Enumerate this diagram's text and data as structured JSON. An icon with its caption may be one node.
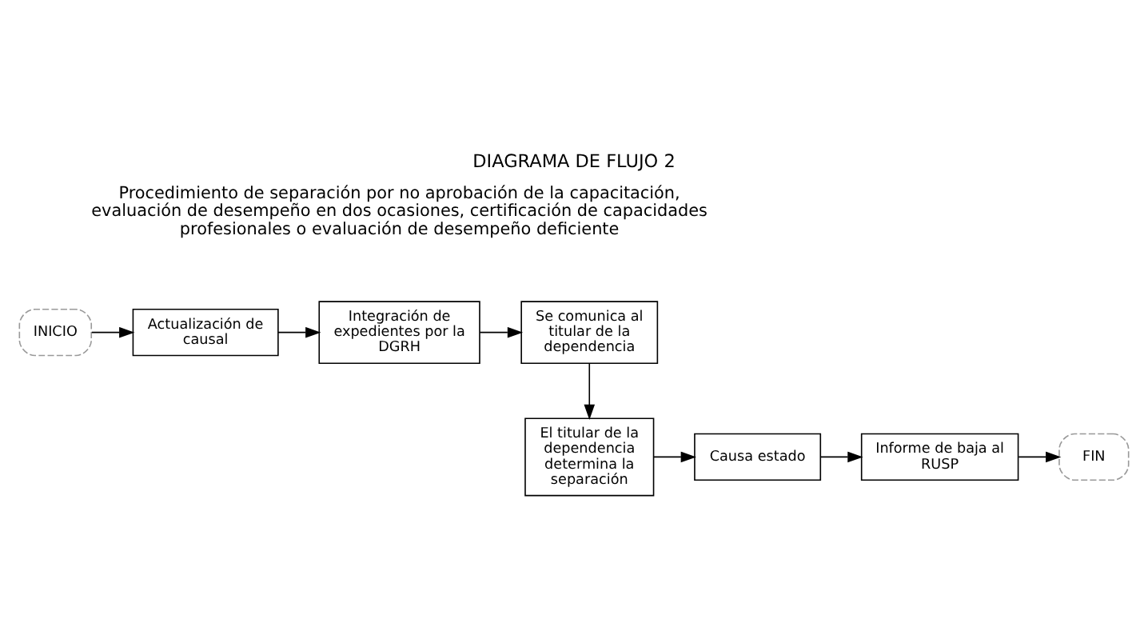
{
  "diagram": {
    "title": "DIAGRAMA DE FLUJO 2",
    "nodes": [
      {
        "text": [
          "INICIO"
        ]
      },
      {
        "text": [
          "Actualización de causal"
        ]
      },
      {
        "text": [
          "Integración de expedientes por la DGRH"
        ]
      },
      {
        "text": [
          "Se comunica al titular de la dependencia"
        ]
      },
      {
        "text": [
          "El titular de la dependencia determina la separación"
        ]
      },
      {
        "text": [
          "Causa estado"
        ]
      },
      {
        "text": [
          "Informe de baja al RUSP"
        ]
      },
      {
        "text": [
          "FIN"
        ]
      }
    ],
    "edges": [
      {
        "from": 0,
        "to": 1,
        "arrow": "to"
      },
      {
        "from": 1,
        "to": 2,
        "arrow": "to"
      },
      {
        "from": 2,
        "to": 3,
        "arrow": "to"
      },
      {
        "from": 3,
        "to": 4,
        "arrow": "to"
      },
      {
        "from": 4,
        "to": 5,
        "arrow": "to"
      },
      {
        "from": 5,
        "to": 6,
        "arrow": "to"
      },
      {
        "from": 6,
        "to": 7,
        "arrow": "to"
      }
    ],
    "labels": [
      "Procedimiento de separación por no aprobación de la capacitación, evaluación de desempeño en dos ocasiones, certificación de capacidades profesionales o evaluación de desempeño deficiente"
    ]
  }
}
